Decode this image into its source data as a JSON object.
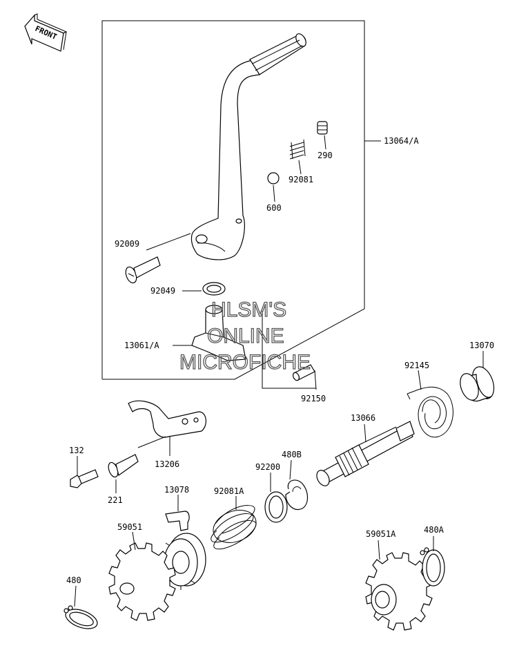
{
  "front_label": "FRONT",
  "watermark": {
    "line1": "HLSM'S",
    "line2": "ONLINE",
    "line3": "MICROFICHE"
  },
  "part_numbers": {
    "kick_pedal_assy": "13064/A",
    "spring_cap": "290",
    "spring": "92081",
    "ball": "600",
    "bolt_pedal": "92009",
    "washer": "92049",
    "kick_arm": "13061/A",
    "pin": "92150",
    "collar": "13070",
    "return_spring": "92145",
    "kick_shaft": "13066",
    "guide": "13206",
    "bolt_132": "132",
    "screw_221": "221",
    "ratchet": "13078",
    "spring_large": "92081A",
    "washer_shaft": "92200",
    "circlip_b": "480B",
    "gear": "59051",
    "circlip": "480",
    "gear_a": "59051A",
    "circlip_a": "480A"
  }
}
